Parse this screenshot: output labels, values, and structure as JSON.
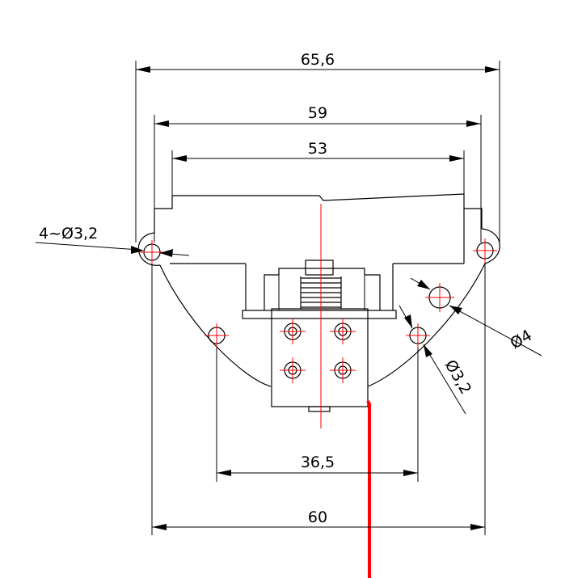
{
  "dimensions": {
    "overall_width": "65,6",
    "mount_hole_span": "59",
    "body_width": "53",
    "bottom_hole_span": "36,5",
    "outer_hole_span": "60"
  },
  "callouts": {
    "mount_holes": "4~Ø3,2",
    "center_hole": "Ø4",
    "side_hole": "Ø3,2"
  },
  "colors": {
    "lines": "#000000",
    "centerlines": "#ff0000",
    "wire": "#ff0000"
  }
}
